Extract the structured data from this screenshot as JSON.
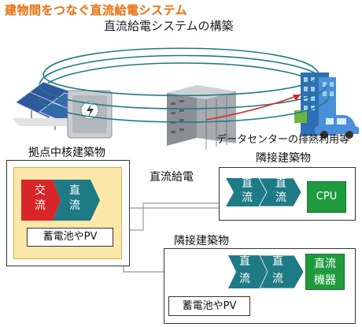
{
  "title": "建物間をつなぐ直流給電システム",
  "subtitle": "直流給電システムの構築",
  "datacenter_label": "データセンターの排熱利用等",
  "hub": {
    "label": "拠点中核建築物",
    "converter_ac": [
      "交",
      "流"
    ],
    "converter_dc": [
      "直",
      "流"
    ],
    "storage_label": "蓄電池やPV"
  },
  "line_label": "直流給電",
  "neighbor1": {
    "label": "隣接建築物",
    "converter1": [
      "直",
      "流"
    ],
    "converter2": [
      "直",
      "流"
    ],
    "device_label": "CPU"
  },
  "neighbor2": {
    "label": "隣接建築物",
    "converter1": [
      "直",
      "流"
    ],
    "converter2": [
      "直",
      "流"
    ],
    "device_label": [
      "直流",
      "機器"
    ],
    "storage_label": "蓄電池やPV"
  },
  "colors": {
    "title": "#e8761a",
    "chevron_teal": "#1e7b85",
    "chevron_red": "#d9262b",
    "device_green": "#1f9b3e",
    "hub_fill": "#fbe7a8",
    "ring": "#1e7b85"
  },
  "icons": [
    "solar-panel",
    "power-conditioner",
    "server-rack",
    "office-building",
    "electric-car"
  ]
}
